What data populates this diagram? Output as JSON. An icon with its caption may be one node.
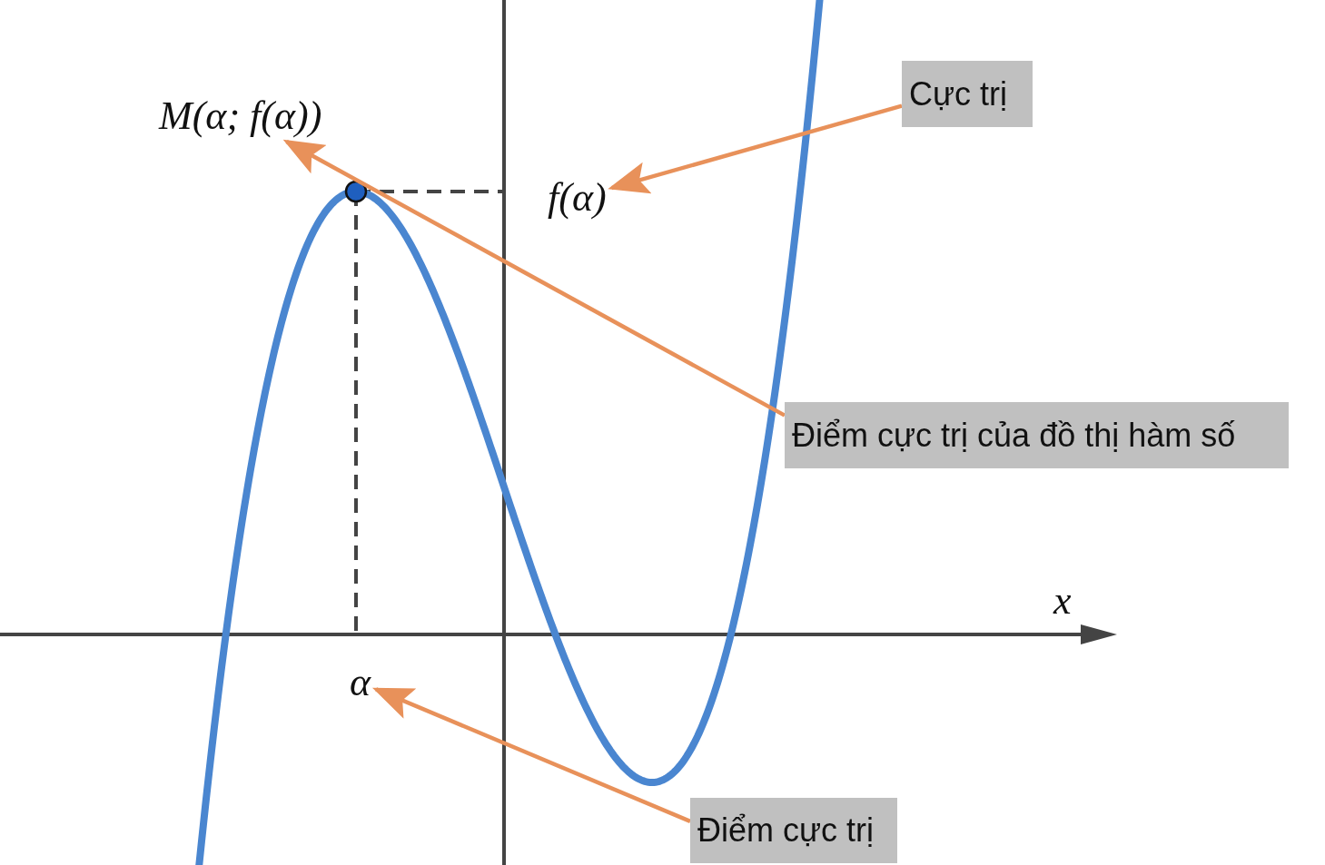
{
  "diagram": {
    "nodes": [
      {
        "text": [
          "M(α; f(α))"
        ]
      },
      {
        "text": [
          "f(α)"
        ]
      },
      {
        "text": [
          "α"
        ]
      },
      {
        "text": [
          "Cực trị"
        ]
      },
      {
        "text": [
          "Điểm cực trị của đồ thị hàm số"
        ]
      },
      {
        "text": [
          "Điểm cực trị"
        ]
      }
    ],
    "edges": [
      {
        "from": 3,
        "to": 1,
        "arrow": "to"
      },
      {
        "from": 4,
        "to": 0,
        "arrow": "to"
      },
      {
        "from": 5,
        "to": 2,
        "arrow": "to"
      }
    ],
    "labels": [
      "x"
    ]
  }
}
